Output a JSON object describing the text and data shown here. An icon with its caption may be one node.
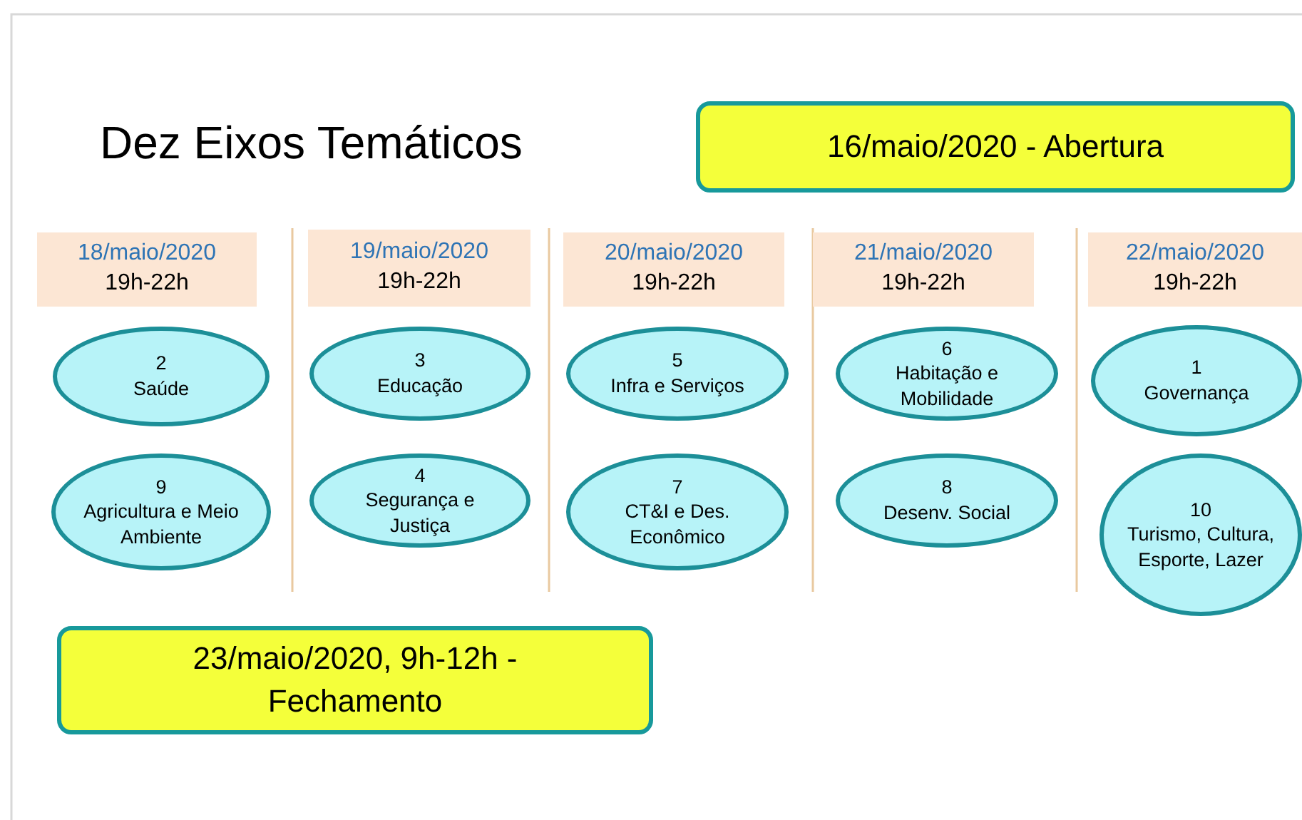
{
  "diagram": {
    "title": "Dez Eixos Temáticos",
    "nodes": [
      {
        "text": [
          "16/maio/2020 - Abertura"
        ]
      },
      {
        "text": [
          "18/maio/2020",
          "19h-22h"
        ]
      },
      {
        "text": [
          "19/maio/2020",
          "19h-22h"
        ]
      },
      {
        "text": [
          "20/maio/2020",
          "19h-22h"
        ]
      },
      {
        "text": [
          "21/maio/2020",
          "19h-22h"
        ]
      },
      {
        "text": [
          "22/maio/2020",
          "19h-22h"
        ]
      },
      {
        "text": [
          "2",
          "Saúde"
        ]
      },
      {
        "text": [
          "3",
          "Educação"
        ]
      },
      {
        "text": [
          "5",
          "Infra e Serviços"
        ]
      },
      {
        "text": [
          "6",
          "Habitação e Mobilidade"
        ]
      },
      {
        "text": [
          "1",
          "Governança"
        ]
      },
      {
        "text": [
          "9",
          "Agricultura e Meio Ambiente"
        ]
      },
      {
        "text": [
          "4",
          "Segurança e Justiça"
        ]
      },
      {
        "text": [
          "7",
          "CT&I e Des. Econômico"
        ]
      },
      {
        "text": [
          "8",
          "Desenv. Social"
        ]
      },
      {
        "text": [
          "10",
          "Turismo, Cultura, Esporte, Lazer"
        ]
      },
      {
        "text": [
          "23/maio/2020, 9h-12h - Fechamento"
        ]
      }
    ],
    "edges": []
  }
}
